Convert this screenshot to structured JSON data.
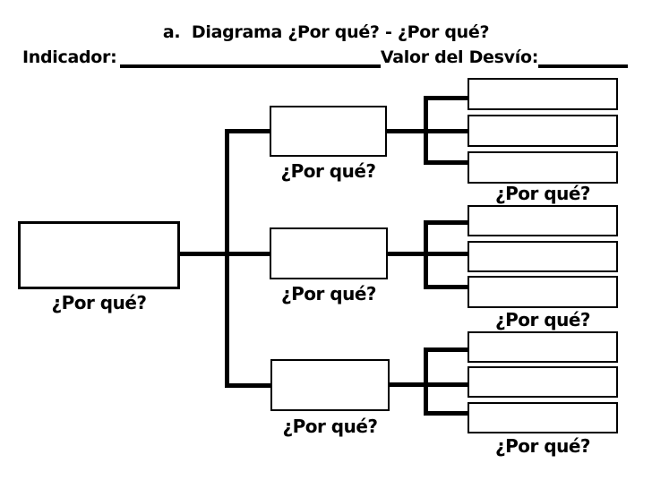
{
  "header": {
    "title": "a.  Diagrama ¿Por qué? - ¿Por qué?",
    "indicador_label": "Indicador:",
    "valor_desvio_label": "Valor del Desvío:"
  },
  "diagram": {
    "root": {
      "text": "",
      "why_label": "¿Por qué?"
    },
    "branches": [
      {
        "text": "",
        "why_label": "¿Por qué?",
        "leaves": [
          "",
          "",
          ""
        ],
        "leaves_why_label": "¿Por qué?"
      },
      {
        "text": "",
        "why_label": "¿Por qué?",
        "leaves": [
          "",
          "",
          ""
        ],
        "leaves_why_label": "¿Por qué?"
      },
      {
        "text": "",
        "why_label": "¿Por qué?",
        "leaves": [
          "",
          "",
          ""
        ],
        "leaves_why_label": "¿Por qué?"
      }
    ]
  },
  "colors": {
    "background": "#ffffff",
    "line": "#000000",
    "text": "#000000"
  }
}
